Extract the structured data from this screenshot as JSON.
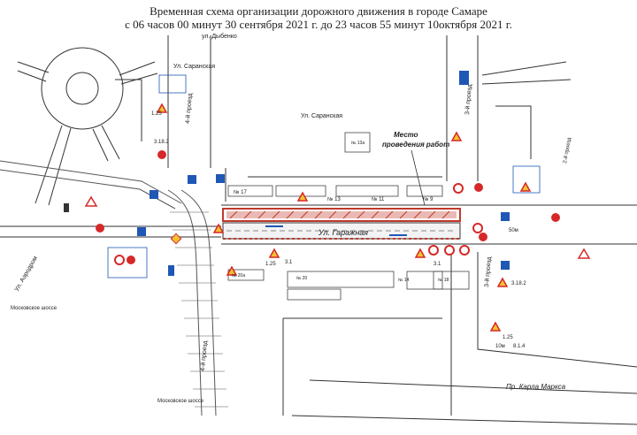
{
  "header": {
    "line1": "Временная схема организации дорожного движения в городе Самаре",
    "line2": "с 06 часов 00 минут 30 сентября 2021 г. до 23 часов 55 минут 10октября 2021 г."
  },
  "streets": {
    "garazhnaya": "Ул. Гаражная",
    "saranskaya_top": "Ул. Саранская",
    "saranskaya_mid": "Ул. Саранская",
    "dybenko": "ул. Дыбенко",
    "aeroporta": "Ул. Аэродром",
    "karla_marksa": "Пр. Карла Маркса",
    "proezd_4_top": "4-й проезд",
    "proezd_4_bottom": "4-й проезд",
    "proezd_3_top": "3-й проезд",
    "proezd_3_bottom": "3-й проезд",
    "proezd_2": "2-й проезд",
    "moskovskoe_left": "Московское шоссе",
    "moskovskoe_bottom": "Московское шоссе"
  },
  "labels": {
    "work_zone_line1": "Место",
    "work_zone_line2": "проведения работ",
    "b17": "№ 17",
    "b13": "№ 13",
    "b13a": "№ 13а",
    "b11": "№ 11",
    "b9": "№ 9",
    "b20": "№ 20",
    "b14": "№ 14",
    "b18": "№ 18",
    "b20a": "№ 20а"
  },
  "sign_codes": {
    "s_1_25_a": "1.25",
    "s_1_25_b": "1.25",
    "s_1_25_c": "1.25",
    "s_3_1_a": "3.1",
    "s_3_1_b": "3.1",
    "s_3_18_2_a": "3.18.2",
    "s_3_18_2_b": "3.18.2",
    "s_8_1_4": "8.1.4",
    "s_10m": "10м",
    "s_50m": "50м"
  },
  "colors": {
    "work_zone_fill": "#c0392b",
    "sign_red": "#d62828",
    "sign_blue": "#1f57b5",
    "sign_yellow": "#f2c230",
    "line": "#333333"
  }
}
